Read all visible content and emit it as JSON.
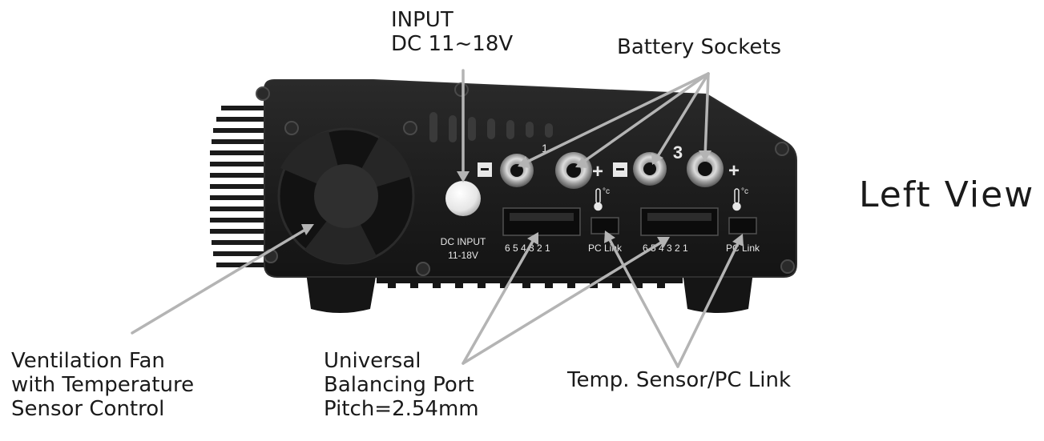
{
  "labels": {
    "input": [
      "INPUT",
      "DC 11~18V"
    ],
    "battery_sockets": "Battery Sockets",
    "view": "Left View",
    "fan": [
      "Ventilation Fan",
      "with Temperature",
      "Sensor Control"
    ],
    "balance": [
      "Universal",
      "Balancing Port",
      "Pitch=2.54mm"
    ],
    "temp_pc": "Temp. Sensor/PC Link"
  },
  "device": {
    "dc_input_label": [
      "DC INPUT",
      "11-18V"
    ],
    "channel_numbers": [
      "1",
      "3"
    ],
    "minus_sign": "−",
    "plus_sign": "+",
    "balance_pins": "6 5 4 3 2 1",
    "pc_link": "PC Link",
    "temp_unit": "°c"
  },
  "colors": {
    "body": "#1c1c1c",
    "body_edge": "#2e2e2e",
    "arrow": "#b4b4b4",
    "text": "#1a1a1a",
    "device_text": "#e8e8e8"
  }
}
